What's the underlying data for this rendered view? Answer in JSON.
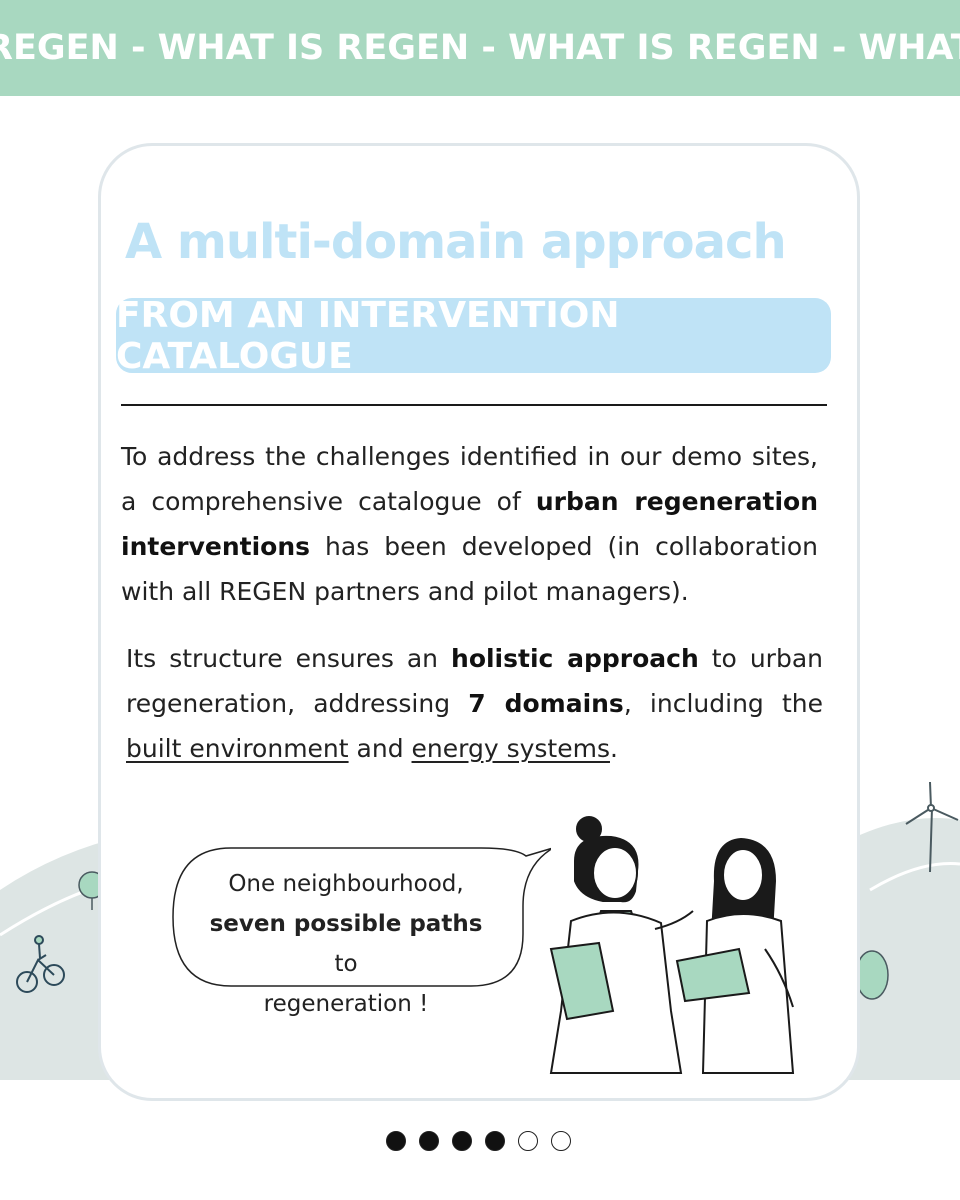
{
  "banner": {
    "text": "REGEN - WHAT IS REGEN  - WHAT IS REGEN  - WHAT IS REGEN"
  },
  "card": {
    "title": "A multi-domain approach",
    "subtitle": "FROM AN INTERVENTION CATALOGUE",
    "paragraph1": {
      "part1": "To address the challenges identified in our demo sites, a comprehensive catalogue of ",
      "bold1": "urban regeneration interventions",
      "part2": " has been developed (in collaboration with all REGEN partners and pilot managers)."
    },
    "paragraph2": {
      "part1": "Its structure ensures an ",
      "bold1": "holistic approach",
      "part2": " to urban regeneration, addressing ",
      "bold2": "7 domains",
      "part3": ", including the ",
      "underline1": "built environment",
      "part4": " and ",
      "underline2": "energy systems",
      "part5": "."
    },
    "bubble": {
      "line1": "One neighbourhood,",
      "bold": "seven possible paths",
      "line2_rest": " to",
      "line3": "regeneration !"
    }
  },
  "pagination": {
    "total": 6,
    "current": 4
  },
  "colors": {
    "banner": "#a8d8c0",
    "title": "#bfe3f6",
    "pill": "#bfe3f6",
    "accent_green": "#a8d8c0"
  },
  "icons": [
    "cyclist-icon",
    "wind-turbine-icon",
    "tree-icon",
    "women-illustration"
  ]
}
